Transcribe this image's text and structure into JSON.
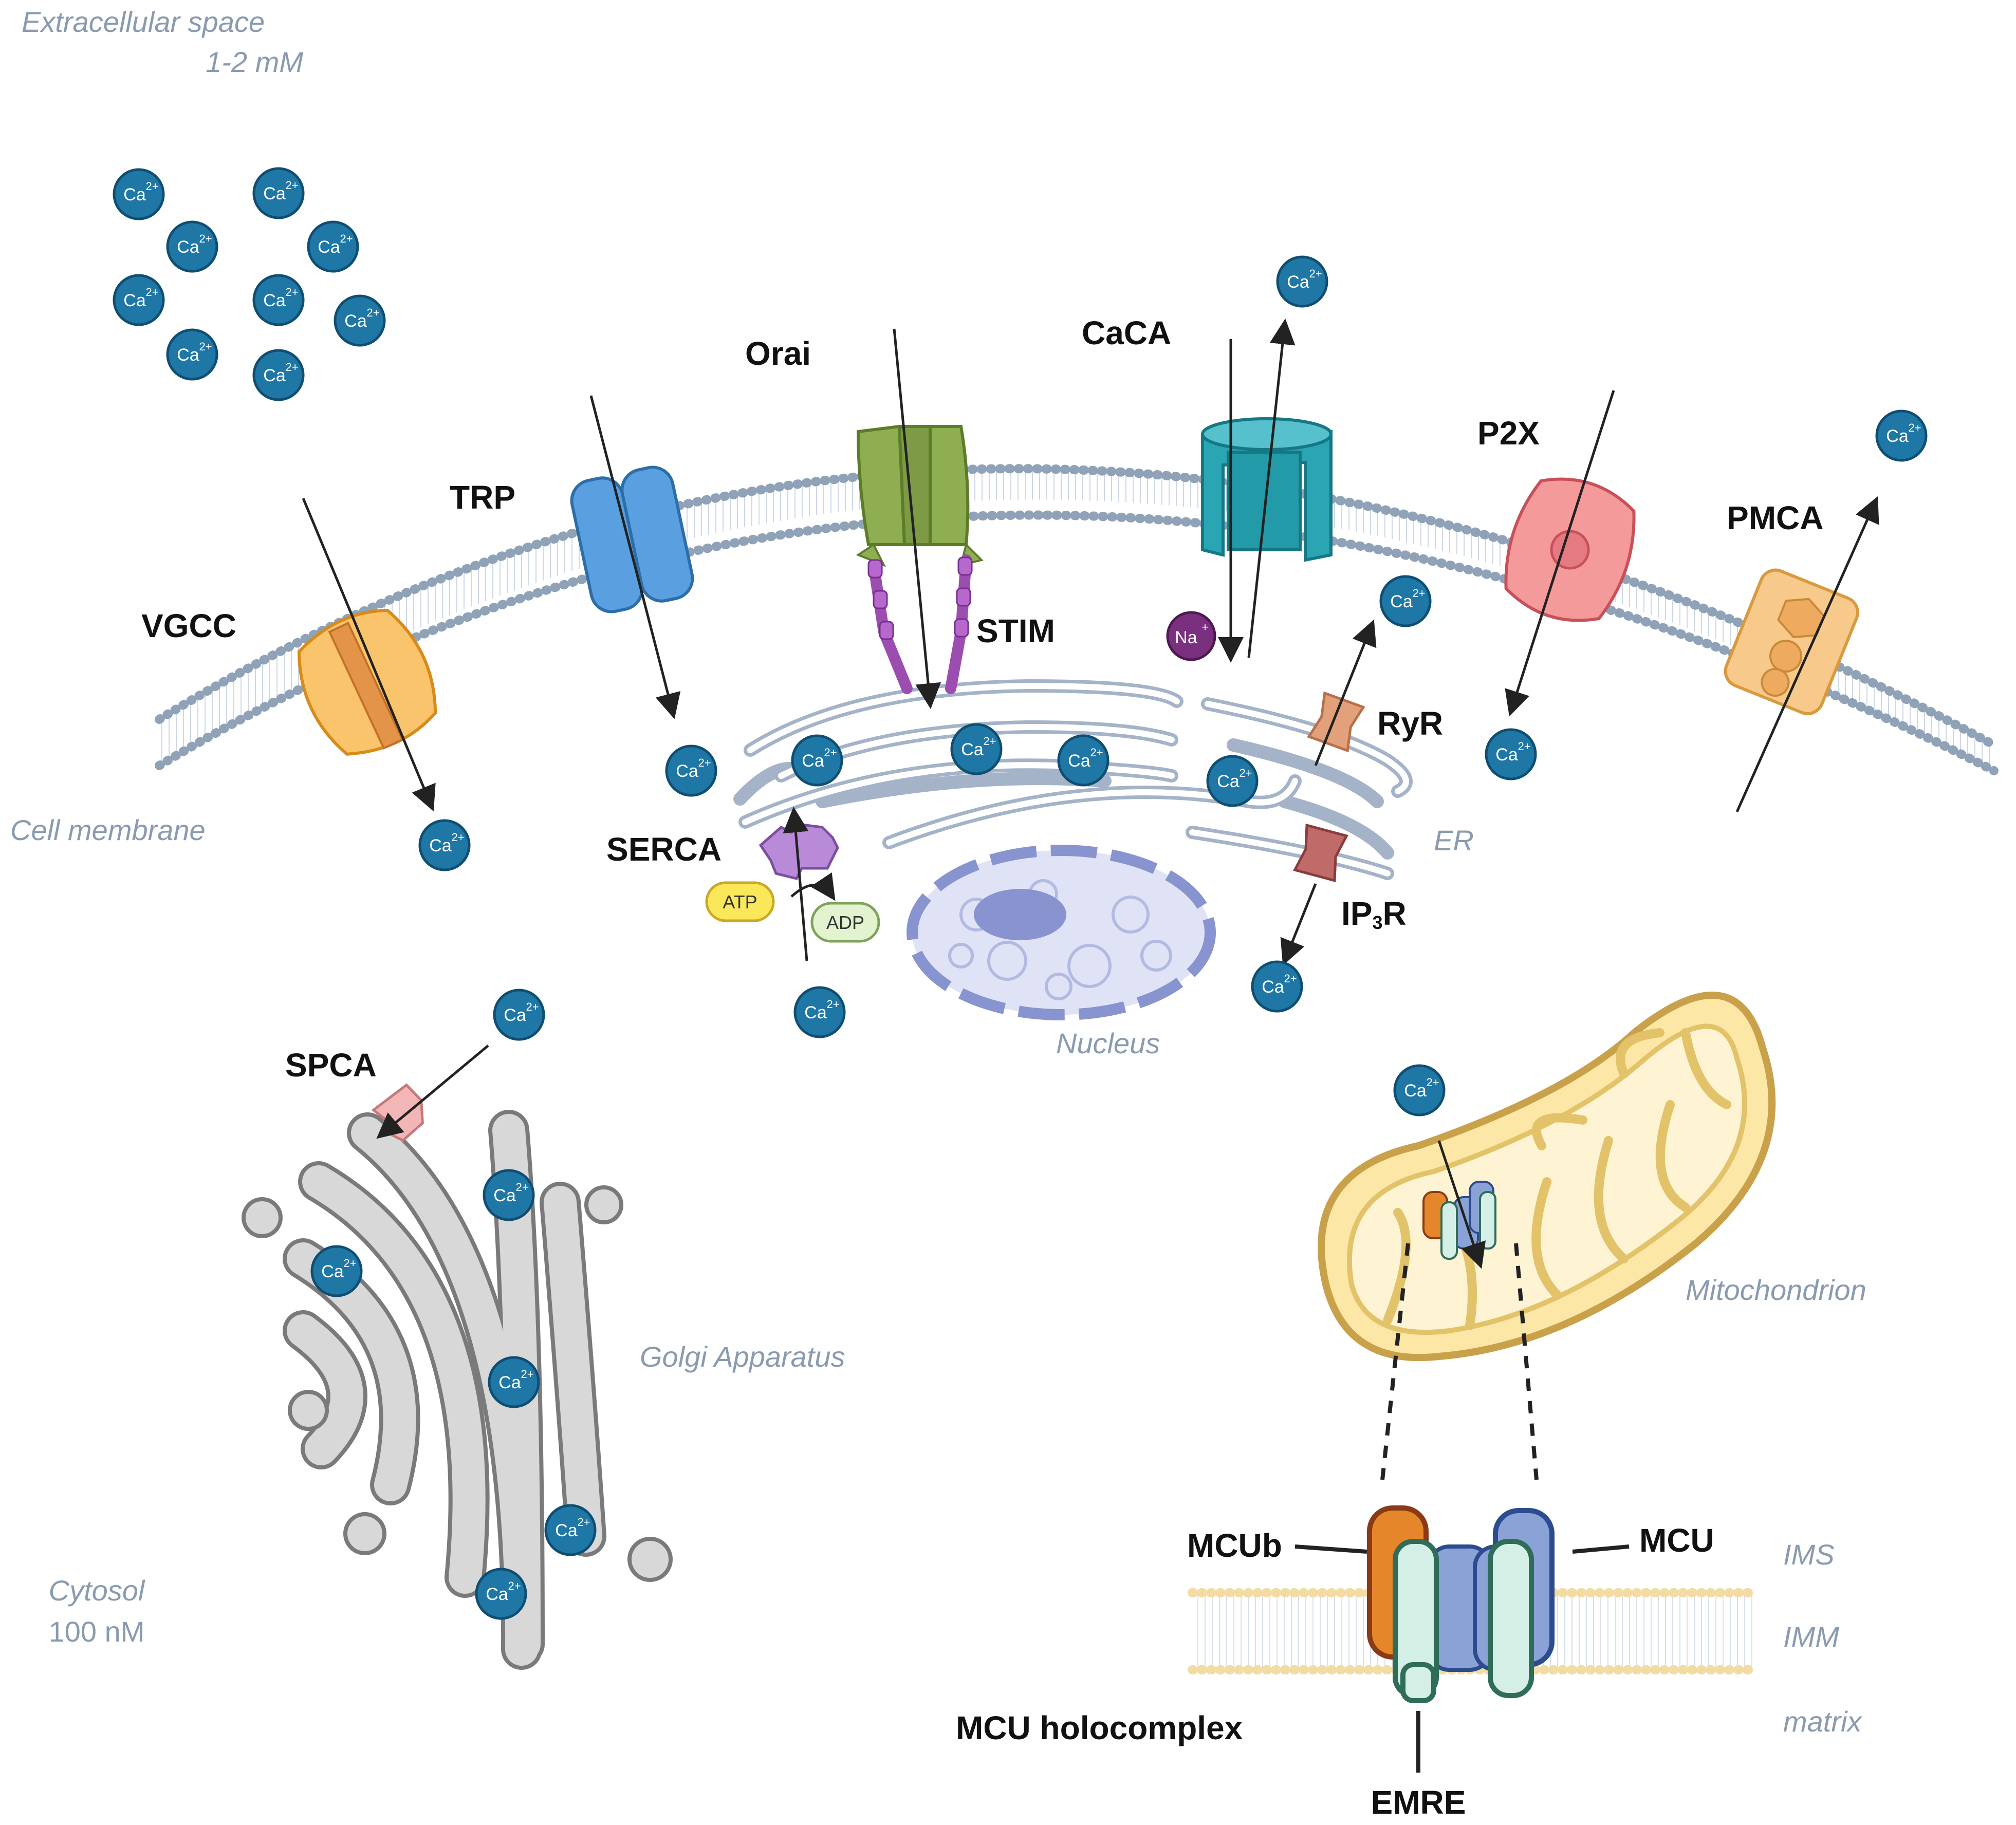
{
  "regions": {
    "extracellular": {
      "title": "Extracellular space",
      "concentration": "1-2 mM"
    },
    "cell_membrane": "Cell membrane",
    "cytosol": {
      "title": "Cytosol",
      "concentration": "100 nM"
    },
    "er": "ER",
    "nucleus": "Nucleus",
    "golgi": "Golgi Apparatus",
    "mitochondrion": "Mitochondrion",
    "ims": "IMS",
    "imm": "IMM",
    "matrix": "matrix"
  },
  "proteins": {
    "vgcc": "VGCC",
    "trp": "TRP",
    "orai": "Orai",
    "stim": "STIM",
    "caca": "CaCA",
    "p2x": "P2X",
    "pmca": "PMCA",
    "ryr": "RyR",
    "ip3r_main": "IP",
    "ip3r_sub": "3",
    "ip3r_tail": "R",
    "serca": "SERCA",
    "spca": "SPCA",
    "mcub": "MCUb",
    "mcu": "MCU",
    "mcu_holo": "MCU holocomplex",
    "emre": "EMRE"
  },
  "ions": {
    "ca_base": "Ca",
    "ca_charge": "2+",
    "na_base": "Na",
    "na_charge": "+"
  },
  "energy": {
    "atp": "ATP",
    "adp": "ADP"
  },
  "colors": {
    "calcium_ion": "#1f77a6",
    "sodium_ion": "#7b2f7f",
    "membrane_head": "#8fa2b8",
    "label_italic": "#8a9bb0",
    "vgcc": "#f9c46b",
    "trp": "#5aa0e0",
    "orai": "#8fae52",
    "stim": "#9b4db0",
    "caca": "#2aa5b3",
    "p2x": "#f49a9a",
    "pmca": "#f7c98b",
    "serca": "#b88ad8",
    "ryr": "#e2a17a",
    "ip3r": "#c06a6a",
    "golgi": "#d8d8d8",
    "mitochondrion": "#fde7a6",
    "mcub": "#e6862a",
    "mcu": "#8aa2d6",
    "emre": "#d4efe6"
  }
}
